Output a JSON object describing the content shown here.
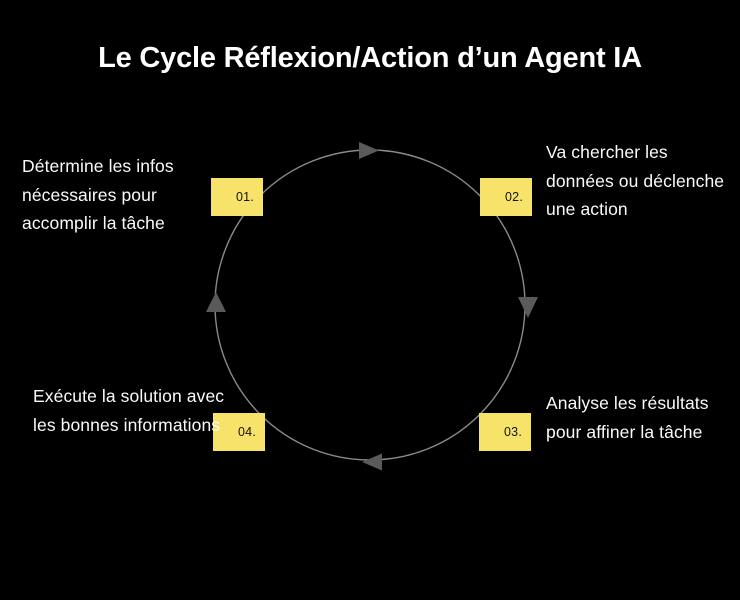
{
  "title": "Le Cycle Réflexion/Action d’un Agent IA",
  "theme": {
    "background": "#000000",
    "text": "#fafafa",
    "accent": "#f8e36a",
    "badge_text": "#14110a",
    "circle_stroke": "#8a8a8a",
    "arrow_fill": "#5a5a5a"
  },
  "chart_data": {
    "type": "diagram",
    "subtype": "cycle",
    "title": "Le Cycle Réflexion/Action d’un Agent IA",
    "direction": "clockwise",
    "center": [
      370,
      305
    ],
    "radius": 155,
    "steps": [
      {
        "number": "01.",
        "text": "Détermine les infos nécessaires pour accomplir la tâche",
        "position": "top-left"
      },
      {
        "number": "02.",
        "text": "Va chercher les données ou déclenche une action",
        "position": "top-right"
      },
      {
        "number": "03.",
        "text": "Analyse les résultats pour affiner la tâche",
        "position": "bottom-right"
      },
      {
        "number": "04.",
        "text": "Exécute la solution avec les bonnes informations",
        "position": "bottom-left"
      }
    ],
    "arrows": [
      {
        "name": "top-arrow",
        "points": "right",
        "at": [
          369,
          150
        ]
      },
      {
        "name": "right-arrow",
        "points": "down",
        "at": [
          529,
          308
        ]
      },
      {
        "name": "bottom-arrow",
        "points": "left",
        "at": [
          372,
          462
        ]
      },
      {
        "name": "left-arrow",
        "points": "up",
        "at": [
          216,
          302
        ]
      }
    ]
  }
}
